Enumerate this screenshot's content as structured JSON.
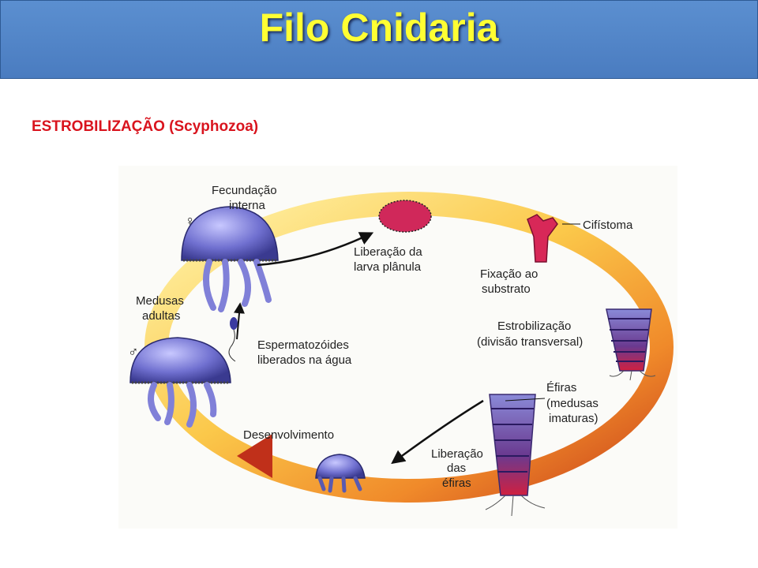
{
  "header": {
    "title": "Filo Cnidaria"
  },
  "section": {
    "subtitle": "ESTROBILIZAÇÃO (Scyphozoa)"
  },
  "diagram": {
    "labels": {
      "fecundacao_1": "Fecundação",
      "fecundacao_2": "interna",
      "liberacao_larva_1": "Liberação da",
      "liberacao_larva_2": "larva plânula",
      "cifistoma": "Cifístoma",
      "fixacao_1": "Fixação ao",
      "fixacao_2": "substrato",
      "estrobilizacao_1": "Estrobilização",
      "estrobilizacao_2": "(divisão transversal)",
      "efiras_1": "Éfiras",
      "efiras_2": "(medusas",
      "efiras_3": "imaturas)",
      "liberacao_efiras_1": "Liberação",
      "liberacao_efiras_2": "das",
      "liberacao_efiras_3": "éfiras",
      "desenvolvimento": "Desenvolvimento",
      "espermatozoides_1": "Espermatozóides",
      "espermatozoides_2": "liberados na água",
      "medusas_1": "Medusas",
      "medusas_2": "adultas",
      "female_symbol": "♀",
      "male_symbol": "♂"
    }
  }
}
